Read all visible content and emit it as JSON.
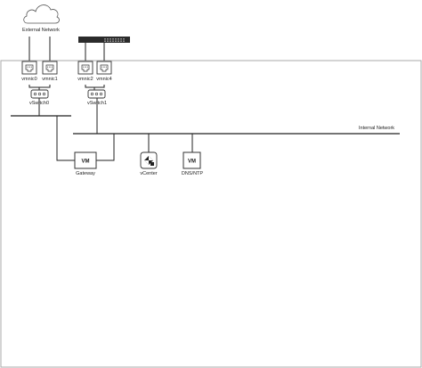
{
  "external_network": {
    "label": "External Network",
    "icon": "cloud-icon"
  },
  "switch": {
    "icon": "physical-switch-icon"
  },
  "nics": [
    {
      "label": "vmnic0",
      "icon": "nic-port-icon"
    },
    {
      "label": "vmnic1",
      "icon": "nic-port-icon"
    },
    {
      "label": "vmnic2",
      "icon": "nic-port-icon"
    },
    {
      "label": "vmnic4",
      "icon": "nic-port-icon"
    }
  ],
  "vswitches": [
    {
      "label": "vSwitch0",
      "icon": "vswitch-icon"
    },
    {
      "label": "vSwitch1",
      "icon": "vswitch-icon"
    }
  ],
  "internal_network": {
    "label": "Internal Network"
  },
  "nodes": [
    {
      "badge": "VM",
      "label": "Gateway",
      "icon": "vm-icon"
    },
    {
      "badge": "",
      "label": "vCenter",
      "icon": "vcenter-icon"
    },
    {
      "badge": "VM",
      "label": "DNS/NTP",
      "icon": "vm-icon"
    }
  ],
  "colors": {
    "line": "#222222",
    "frame": "#999999",
    "box_fill": "#ffffff"
  }
}
